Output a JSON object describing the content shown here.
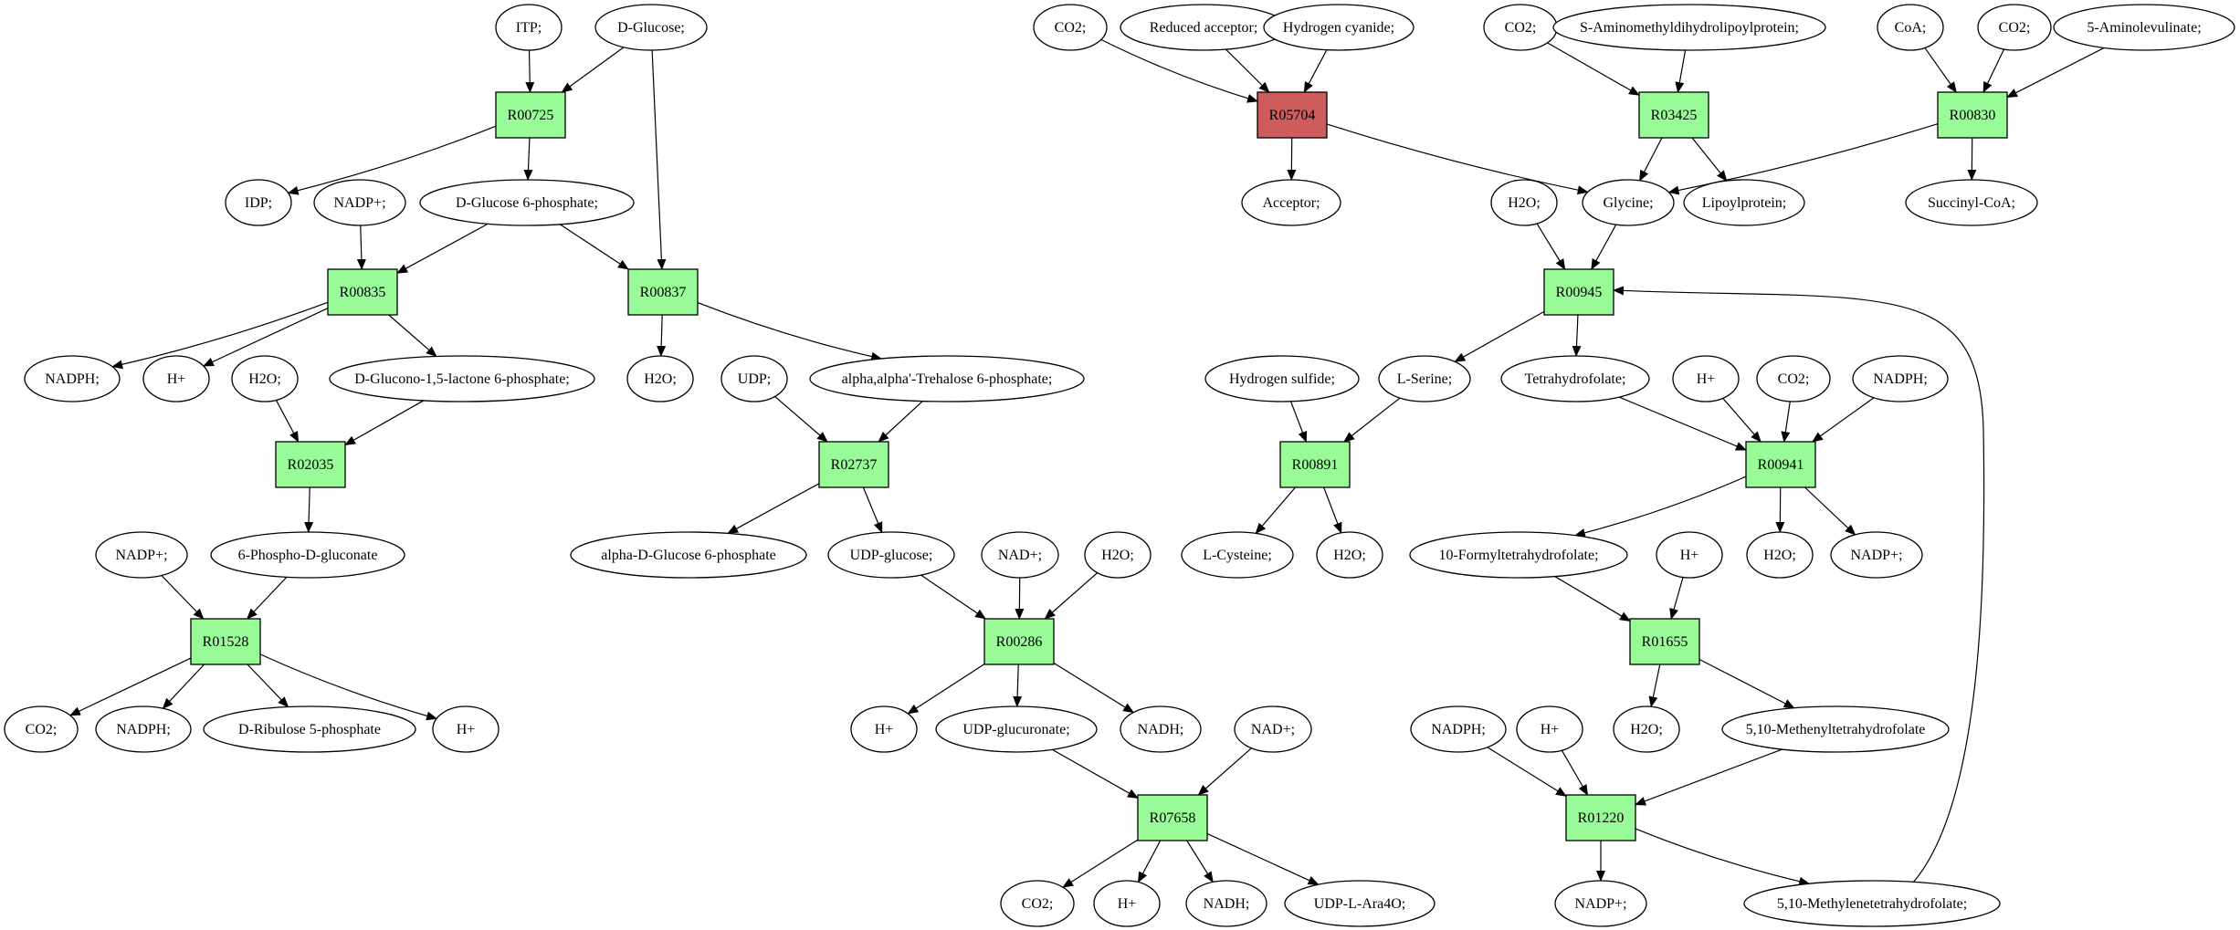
{
  "colors": {
    "reaction": "#98FB98",
    "reaction_highlight": "#CD5C5C",
    "source_metabolite": "#00EE00",
    "target_metabolite": "#FFFF00",
    "metabolite": "#FFFFFF"
  },
  "reactions": [
    {
      "id": "R00725",
      "label": "R00725"
    },
    {
      "id": "R00835",
      "label": "R00835"
    },
    {
      "id": "R00837",
      "label": "R00837"
    },
    {
      "id": "R02035",
      "label": "R02035"
    },
    {
      "id": "R02737",
      "label": "R02737"
    },
    {
      "id": "R01528",
      "label": "R01528"
    },
    {
      "id": "R00286",
      "label": "R00286"
    },
    {
      "id": "R07658",
      "label": "R07658"
    },
    {
      "id": "R05704",
      "label": "R05704",
      "highlight": true
    },
    {
      "id": "R03425",
      "label": "R03425"
    },
    {
      "id": "R00830",
      "label": "R00830"
    },
    {
      "id": "R00945",
      "label": "R00945"
    },
    {
      "id": "R00891",
      "label": "R00891"
    },
    {
      "id": "R00941",
      "label": "R00941"
    },
    {
      "id": "R01655",
      "label": "R01655"
    },
    {
      "id": "R01220",
      "label": "R01220"
    }
  ],
  "metabolites": [
    {
      "id": "m_itp",
      "label": "ITP;"
    },
    {
      "id": "m_dglucose",
      "label": "D-Glucose;",
      "role": "source"
    },
    {
      "id": "m_idp",
      "label": "IDP;"
    },
    {
      "id": "m_nadp_1",
      "label": "NADP+;"
    },
    {
      "id": "m_g6p",
      "label": "D-Glucose 6-phosphate;"
    },
    {
      "id": "m_nadph_1",
      "label": "NADPH;"
    },
    {
      "id": "m_h_1",
      "label": "H+"
    },
    {
      "id": "m_h2o_1",
      "label": "H2O;"
    },
    {
      "id": "m_glucono",
      "label": "D-Glucono-1,5-lactone 6-phosphate;"
    },
    {
      "id": "m_h2o_2",
      "label": "H2O;"
    },
    {
      "id": "m_udp",
      "label": "UDP;"
    },
    {
      "id": "m_trehalose6p",
      "label": "alpha,alpha'-Trehalose 6-phosphate;"
    },
    {
      "id": "m_nadp_2",
      "label": "NADP+;"
    },
    {
      "id": "m_6pg",
      "label": "6-Phospho-D-gluconate"
    },
    {
      "id": "m_adg6p",
      "label": "alpha-D-Glucose 6-phosphate"
    },
    {
      "id": "m_udpglucose",
      "label": "UDP-glucose;"
    },
    {
      "id": "m_nad_1",
      "label": "NAD+;"
    },
    {
      "id": "m_h2o_3",
      "label": "H2O;"
    },
    {
      "id": "m_co2_1",
      "label": "CO2;"
    },
    {
      "id": "m_nadph_2",
      "label": "NADPH;"
    },
    {
      "id": "m_ribulose",
      "label": "D-Ribulose 5-phosphate"
    },
    {
      "id": "m_h_2",
      "label": "H+"
    },
    {
      "id": "m_h_3",
      "label": "H+"
    },
    {
      "id": "m_udpglucuronate",
      "label": "UDP-glucuronate;"
    },
    {
      "id": "m_nadh_1",
      "label": "NADH;"
    },
    {
      "id": "m_nad_2",
      "label": "NAD+;"
    },
    {
      "id": "m_co2_2",
      "label": "CO2;"
    },
    {
      "id": "m_h_4",
      "label": "H+"
    },
    {
      "id": "m_nadh_2",
      "label": "NADH;"
    },
    {
      "id": "m_udpara",
      "label": "UDP-L-Ara4O;"
    },
    {
      "id": "m_co2_3",
      "label": "CO2;"
    },
    {
      "id": "m_redacceptor",
      "label": "Reduced acceptor;"
    },
    {
      "id": "m_hcn",
      "label": "Hydrogen cyanide;"
    },
    {
      "id": "m_co2_4",
      "label": "CO2;"
    },
    {
      "id": "m_samdl",
      "label": "S-Aminomethyldihydrolipoylprotein;"
    },
    {
      "id": "m_coa",
      "label": "CoA;"
    },
    {
      "id": "m_co2_5",
      "label": "CO2;"
    },
    {
      "id": "m_ala",
      "label": "5-Aminolevulinate;"
    },
    {
      "id": "m_acceptor",
      "label": "Acceptor;"
    },
    {
      "id": "m_h2o_4",
      "label": "H2O;"
    },
    {
      "id": "m_glycine",
      "label": "Glycine;"
    },
    {
      "id": "m_lipoyl",
      "label": "Lipoylprotein;"
    },
    {
      "id": "m_succoa",
      "label": "Succinyl-CoA;"
    },
    {
      "id": "m_h2s",
      "label": "Hydrogen sulfide;"
    },
    {
      "id": "m_serine",
      "label": "L-Serine;"
    },
    {
      "id": "m_thf",
      "label": "Tetrahydrofolate;"
    },
    {
      "id": "m_h_5",
      "label": "H+"
    },
    {
      "id": "m_co2_6",
      "label": "CO2;"
    },
    {
      "id": "m_nadph_3",
      "label": "NADPH;"
    },
    {
      "id": "m_cysteine",
      "label": "L-Cysteine;",
      "role": "target"
    },
    {
      "id": "m_h2o_5",
      "label": "H2O;"
    },
    {
      "id": "m_formylthf",
      "label": "10-Formyltetrahydrofolate;"
    },
    {
      "id": "m_h_6",
      "label": "H+"
    },
    {
      "id": "m_h2o_6",
      "label": "H2O;"
    },
    {
      "id": "m_nadp_3",
      "label": "NADP+;"
    },
    {
      "id": "m_nadph_4",
      "label": "NADPH;"
    },
    {
      "id": "m_h_7",
      "label": "H+"
    },
    {
      "id": "m_h2o_7",
      "label": "H2O;"
    },
    {
      "id": "m_methenylthf",
      "label": "5,10-Methenyltetrahydrofolate"
    },
    {
      "id": "m_nadp_4",
      "label": "NADP+;"
    },
    {
      "id": "m_methylenethf",
      "label": "5,10-Methylenetetrahydrofolate;"
    }
  ],
  "edges": [
    [
      "m_itp",
      "R00725"
    ],
    [
      "m_dglucose",
      "R00725"
    ],
    [
      "m_dglucose",
      "R00837"
    ],
    [
      "R00725",
      "m_idp"
    ],
    [
      "R00725",
      "m_g6p"
    ],
    [
      "m_nadp_1",
      "R00835"
    ],
    [
      "m_g6p",
      "R00835"
    ],
    [
      "m_g6p",
      "R00837"
    ],
    [
      "R00835",
      "m_nadph_1"
    ],
    [
      "R00835",
      "m_h_1"
    ],
    [
      "R00835",
      "m_glucono"
    ],
    [
      "R00837",
      "m_h2o_2"
    ],
    [
      "R00837",
      "m_trehalose6p"
    ],
    [
      "m_h2o_1",
      "R02035"
    ],
    [
      "m_glucono",
      "R02035"
    ],
    [
      "R02035",
      "m_6pg"
    ],
    [
      "m_udp",
      "R02737"
    ],
    [
      "m_trehalose6p",
      "R02737"
    ],
    [
      "R02737",
      "m_adg6p"
    ],
    [
      "R02737",
      "m_udpglucose"
    ],
    [
      "m_nadp_2",
      "R01528"
    ],
    [
      "m_6pg",
      "R01528"
    ],
    [
      "R01528",
      "m_co2_1"
    ],
    [
      "R01528",
      "m_nadph_2"
    ],
    [
      "R01528",
      "m_ribulose"
    ],
    [
      "R01528",
      "m_h_2"
    ],
    [
      "m_udpglucose",
      "R00286"
    ],
    [
      "m_nad_1",
      "R00286"
    ],
    [
      "m_h2o_3",
      "R00286"
    ],
    [
      "R00286",
      "m_h_3"
    ],
    [
      "R00286",
      "m_udpglucuronate"
    ],
    [
      "R00286",
      "m_nadh_1"
    ],
    [
      "m_udpglucuronate",
      "R07658"
    ],
    [
      "m_nad_2",
      "R07658"
    ],
    [
      "R07658",
      "m_co2_2"
    ],
    [
      "R07658",
      "m_h_4"
    ],
    [
      "R07658",
      "m_nadh_2"
    ],
    [
      "R07658",
      "m_udpara"
    ],
    [
      "m_co2_3",
      "R05704"
    ],
    [
      "m_redacceptor",
      "R05704"
    ],
    [
      "m_hcn",
      "R05704"
    ],
    [
      "R05704",
      "m_acceptor"
    ],
    [
      "R05704",
      "m_glycine"
    ],
    [
      "m_co2_4",
      "R03425"
    ],
    [
      "m_samdl",
      "R03425"
    ],
    [
      "R03425",
      "m_glycine"
    ],
    [
      "R03425",
      "m_lipoyl"
    ],
    [
      "m_coa",
      "R00830"
    ],
    [
      "m_co2_5",
      "R00830"
    ],
    [
      "m_ala",
      "R00830"
    ],
    [
      "R00830",
      "m_glycine"
    ],
    [
      "R00830",
      "m_succoa"
    ],
    [
      "m_h2o_4",
      "R00945"
    ],
    [
      "m_glycine",
      "R00945"
    ],
    [
      "R00945",
      "m_serine"
    ],
    [
      "R00945",
      "m_thf"
    ],
    [
      "m_h2s",
      "R00891"
    ],
    [
      "m_serine",
      "R00891"
    ],
    [
      "R00891",
      "m_cysteine"
    ],
    [
      "R00891",
      "m_h2o_5"
    ],
    [
      "m_thf",
      "R00941"
    ],
    [
      "m_h_5",
      "R00941"
    ],
    [
      "m_co2_6",
      "R00941"
    ],
    [
      "m_nadph_3",
      "R00941"
    ],
    [
      "R00941",
      "m_formylthf"
    ],
    [
      "R00941",
      "m_h2o_6"
    ],
    [
      "R00941",
      "m_nadp_3"
    ],
    [
      "m_formylthf",
      "R01655"
    ],
    [
      "m_h_6",
      "R01655"
    ],
    [
      "R01655",
      "m_h2o_7"
    ],
    [
      "R01655",
      "m_methenylthf"
    ],
    [
      "m_nadph_4",
      "R01220"
    ],
    [
      "m_h_7",
      "R01220"
    ],
    [
      "m_methenylthf",
      "R01220"
    ],
    [
      "R01220",
      "m_nadp_4"
    ],
    [
      "R01220",
      "m_methylenethf"
    ],
    [
      "m_methylenethf",
      "R00945"
    ]
  ]
}
